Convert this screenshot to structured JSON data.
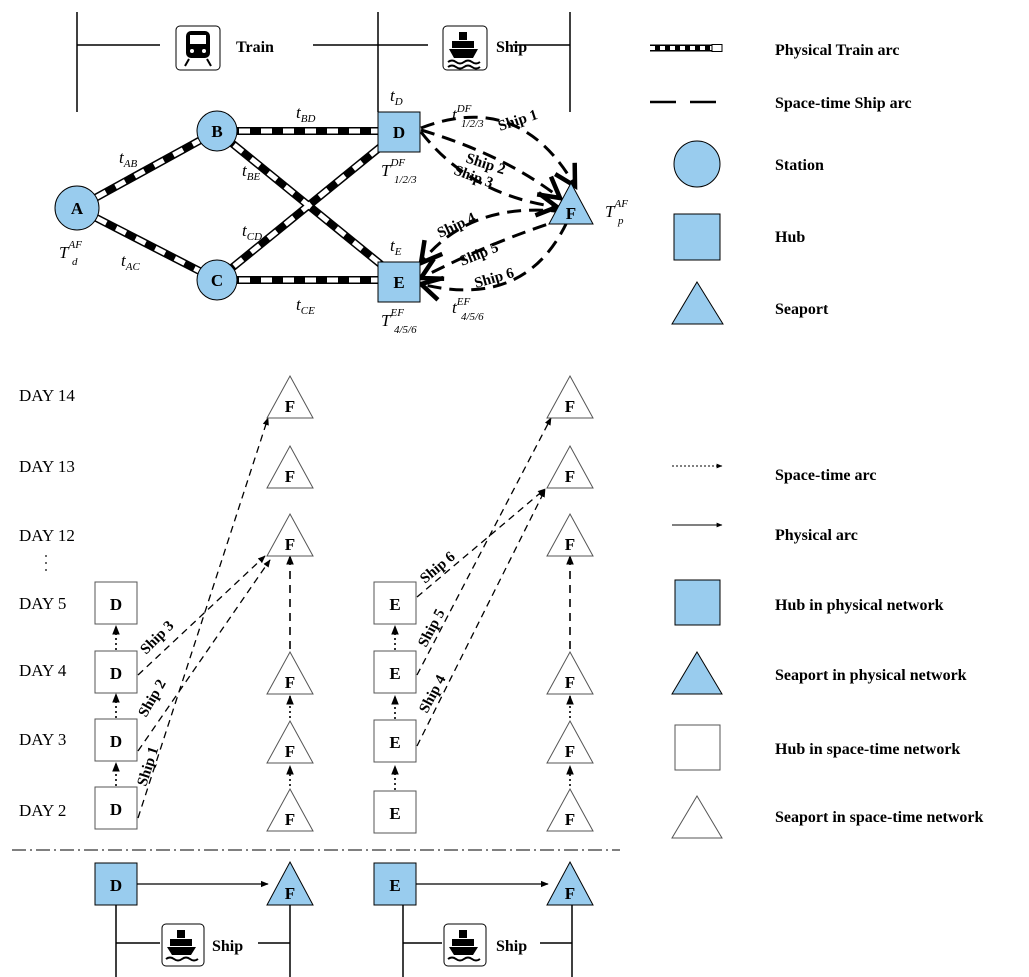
{
  "top": {
    "header_left": "Train",
    "header_right": "Ship",
    "nodes": {
      "A": "A",
      "B": "B",
      "C": "C",
      "D": "D",
      "E": "E",
      "F": "F"
    },
    "times": {
      "ab": {
        "t": "t",
        "sub": "AB"
      },
      "ac": {
        "t": "t",
        "sub": "AC"
      },
      "bd": {
        "t": "t",
        "sub": "BD"
      },
      "be": {
        "t": "t",
        "sub": "BE"
      },
      "cd": {
        "t": "t",
        "sub": "CD"
      },
      "ce": {
        "t": "t",
        "sub": "CE"
      },
      "d": {
        "t": "t",
        "sub": "D"
      },
      "e": {
        "t": "t",
        "sub": "E"
      },
      "df": {
        "t": "t",
        "sup": "DF",
        "sub": "1/2/3"
      },
      "ef": {
        "t": "t",
        "sup": "EF",
        "sub": "4/5/6"
      }
    },
    "windows": {
      "a": {
        "T": "T",
        "sup": "AF",
        "sub": "d"
      },
      "d": {
        "T": "T",
        "sup": "DF",
        "sub": "1/2/3"
      },
      "e": {
        "T": "T",
        "sup": "EF",
        "sub": "4/5/6"
      },
      "f": {
        "T": "T",
        "sup": "AF",
        "sub": "p"
      }
    },
    "ships": [
      "Ship 1",
      "Ship 2",
      "Ship 3",
      "Ship 4",
      "Ship 5",
      "Ship 6"
    ]
  },
  "legend_top": {
    "train_arc": "Physical Train arc",
    "ship_arc": "Space-time  Ship arc",
    "station": "Station",
    "hub": "Hub",
    "seaport": "Seaport"
  },
  "days": [
    "DAY 14",
    "DAY 13",
    "DAY 12",
    "DAY 5",
    "DAY 4",
    "DAY 3",
    "DAY 2"
  ],
  "space_time": {
    "hub_d": "D",
    "hub_e": "E",
    "seaport": "F",
    "ship_labels": [
      "Ship 1",
      "Ship 2",
      "Ship 3",
      "Ship 4",
      "Ship 5",
      "Ship 6"
    ]
  },
  "legend_bottom": {
    "st_arc": "Space-time  arc",
    "phys_arc": "Physical arc",
    "hub_phys": "Hub in physical network",
    "seaport_phys": "Seaport in physical network",
    "hub_st": "Hub in space-time network",
    "seaport_st": "Seaport in space-time network"
  },
  "bottom": {
    "left": {
      "hub": "D",
      "port": "F",
      "mode": "Ship"
    },
    "right": {
      "hub": "E",
      "port": "F",
      "mode": "Ship"
    }
  },
  "colors": {
    "node_fill": "#99ccee",
    "stroke": "#000000"
  },
  "icons": [
    "train-icon",
    "ship-icon"
  ]
}
